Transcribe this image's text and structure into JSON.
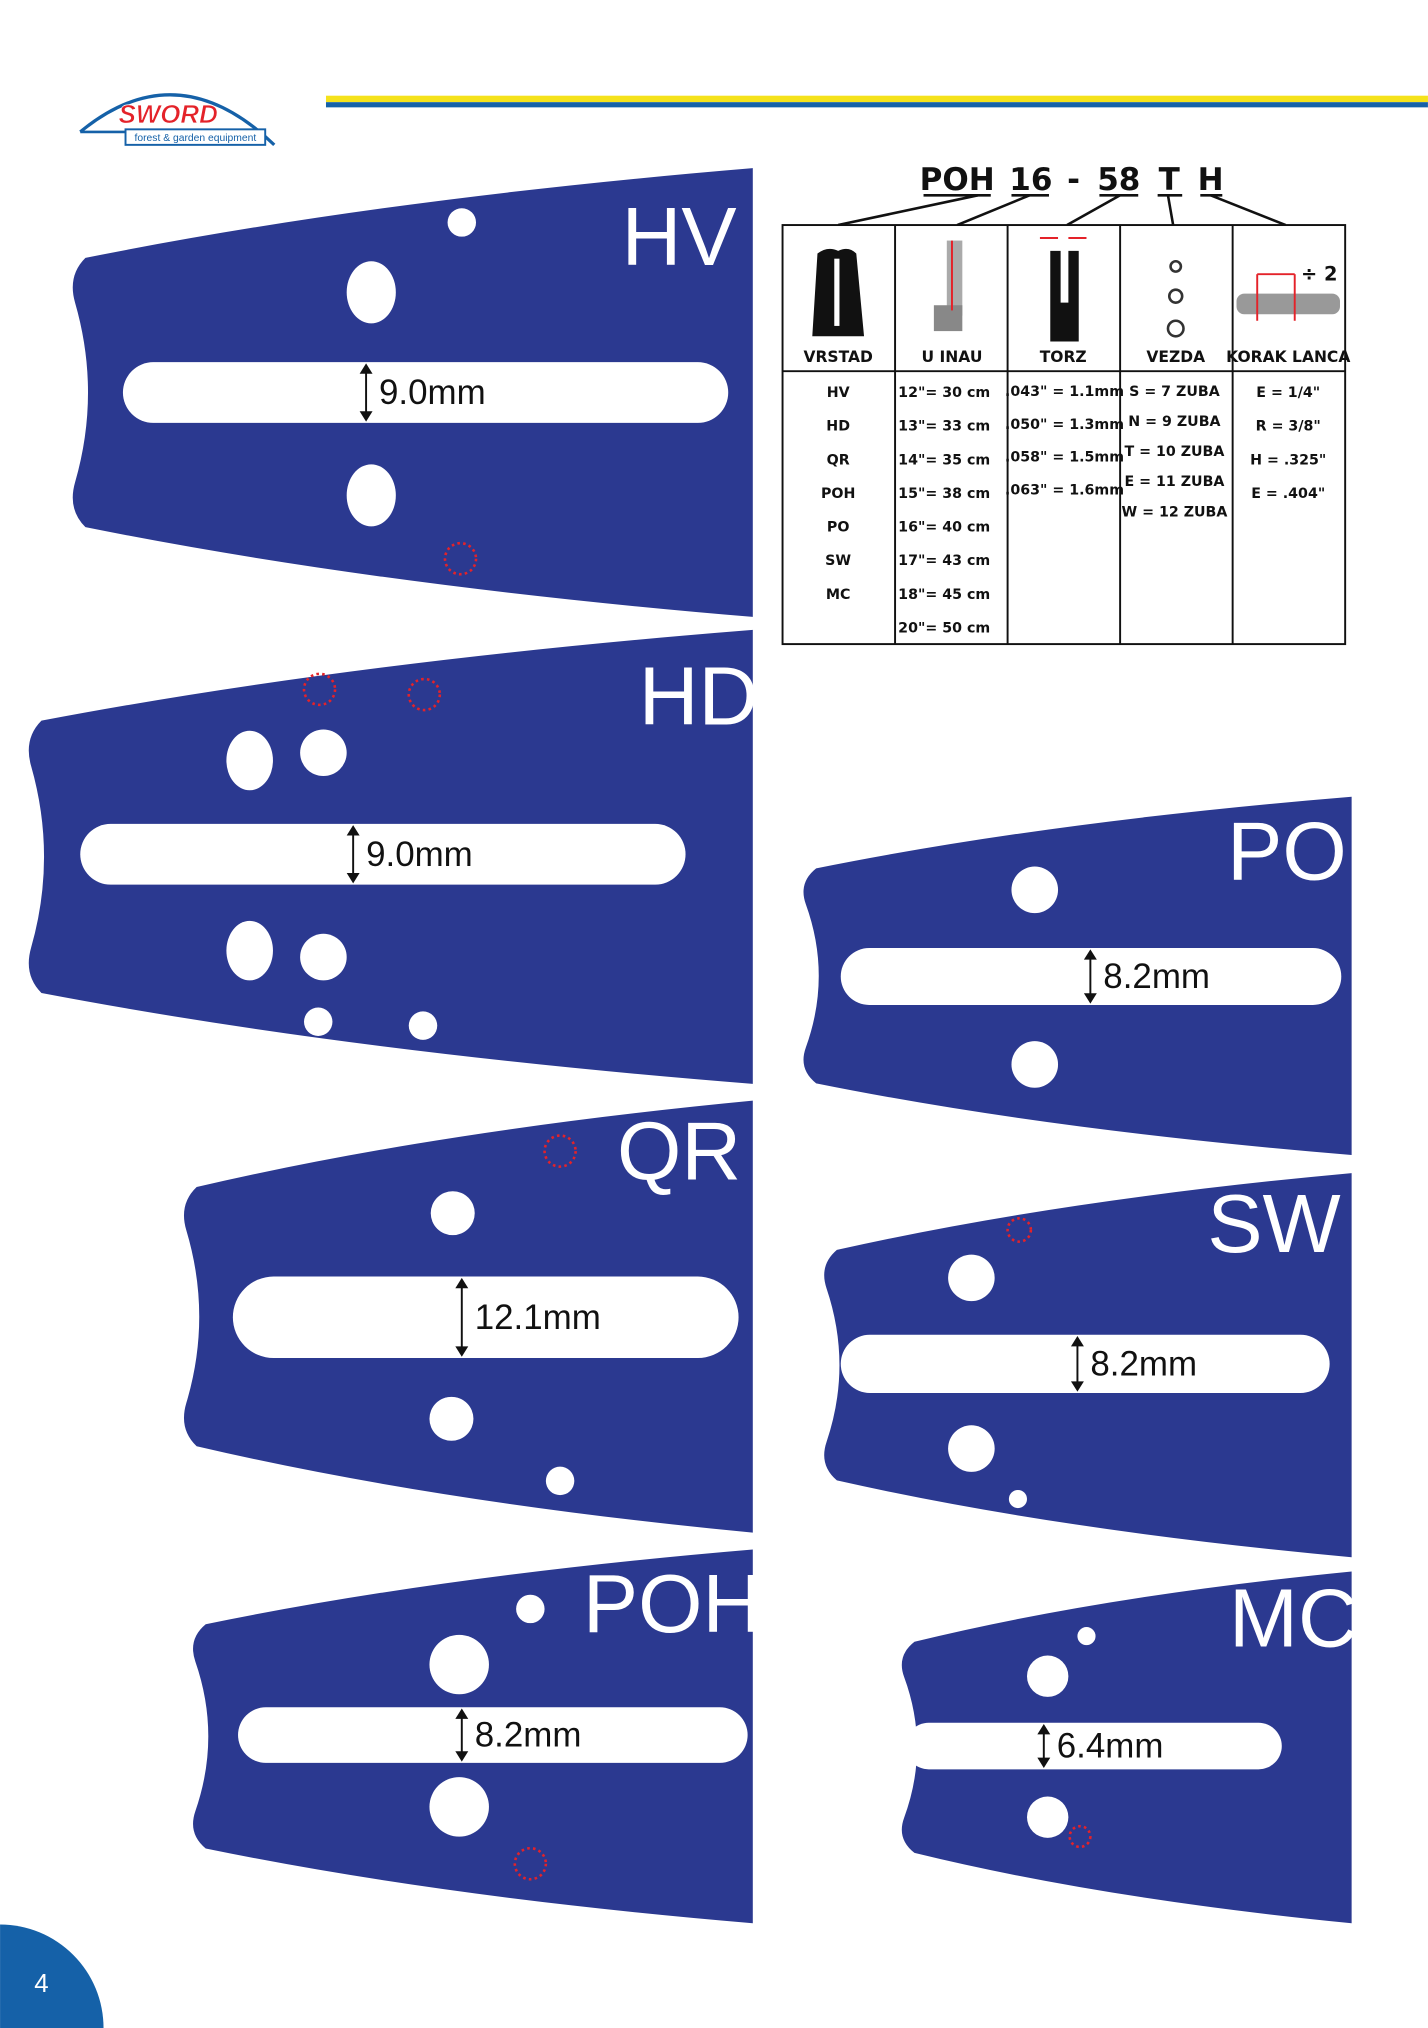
{
  "brand": {
    "name": "SWORD",
    "tagline": "forest & garden equipment"
  },
  "colors": {
    "bar_blue": "#2b3990",
    "stripe_yellow": "#f5e21b",
    "stripe_blue": "#1561a8",
    "logo_red": "#e42229"
  },
  "code": {
    "parts": [
      "POH",
      "16",
      "-",
      "58",
      "T",
      "H"
    ]
  },
  "table": {
    "headers": [
      "VRSTAD",
      "U INAU",
      "TORZ",
      "VEZDA",
      "KORAK LANCA"
    ],
    "pitch_divisor": "÷ 2",
    "columns": [
      [
        "HV",
        "HD",
        "QR",
        "POH",
        "PO",
        "SW",
        "MC"
      ],
      [
        "12\"= 30 cm",
        "13\"= 33 cm",
        "14\"= 35 cm",
        "15\"= 38 cm",
        "16\"= 40 cm",
        "17\"= 43 cm",
        "18\"= 45 cm",
        "20\"= 50 cm"
      ],
      [
        ".043\" = 1.1mm",
        ".050\" = 1.3mm",
        ".058\" = 1.5mm",
        ".063\" = 1.6mm"
      ],
      [
        "S = 7 ZUBA",
        "N = 9 ZUBA",
        "T = 10 ZUBA",
        "E = 11 ZUBA",
        "W = 12 ZUBA"
      ],
      [
        "E = 1/4\"",
        "R = 3/8\"",
        "H = .325\"",
        "E = .404\""
      ]
    ]
  },
  "bars": [
    {
      "label": "HV",
      "slot": "9.0mm"
    },
    {
      "label": "HD",
      "slot": "9.0mm"
    },
    {
      "label": "PO",
      "slot": "8.2mm"
    },
    {
      "label": "QR",
      "slot": "12.1mm"
    },
    {
      "label": "SW",
      "slot": "8.2mm"
    },
    {
      "label": "POH",
      "slot": "8.2mm"
    },
    {
      "label": "MC",
      "slot": "6.4mm"
    }
  ],
  "page_number": "4"
}
